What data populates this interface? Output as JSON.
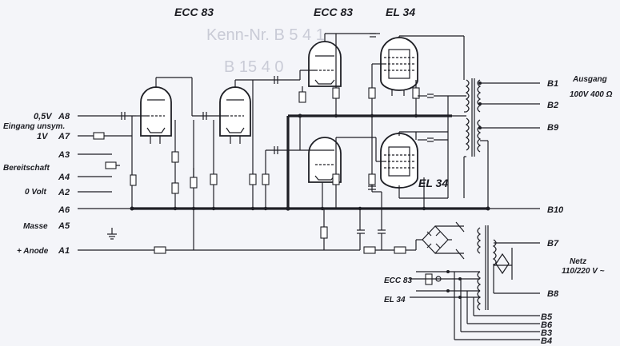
{
  "tubes": {
    "top_left": "ECC 83",
    "top_middle": "ECC 83",
    "top_right": "EL 34",
    "lower_right": "EL 34"
  },
  "terminals": {
    "a8": "A8",
    "a7": "A7",
    "a3": "A3",
    "a4": "A4",
    "a2": "A2",
    "a6": "A6",
    "a5": "A5",
    "a1": "A1",
    "b1": "B1",
    "b2": "B2",
    "b9": "B9",
    "b10": "B10",
    "b7": "B7",
    "b8": "B8",
    "b5": "B5",
    "b6": "B6",
    "b3": "B3",
    "b4": "B4"
  },
  "input_labels": {
    "level_1": "0,5V",
    "input_unsym": "Eingang unsym.",
    "level_2": "1V",
    "standby": "Bereitschaft",
    "zero_volt": "0 Volt",
    "ground": "Masse",
    "anode": "+ Anode"
  },
  "output_labels": {
    "output": "Ausgang",
    "output_spec": "100V 400 Ω",
    "mains": "Netz",
    "mains_voltage": "110/220 V ~",
    "heater_ecc": "ECC 83",
    "heater_el": "EL 34"
  },
  "background_print": {
    "line_1": "Kenn-Nr. B 5 4 1",
    "line_2": "B 15 4 0"
  }
}
